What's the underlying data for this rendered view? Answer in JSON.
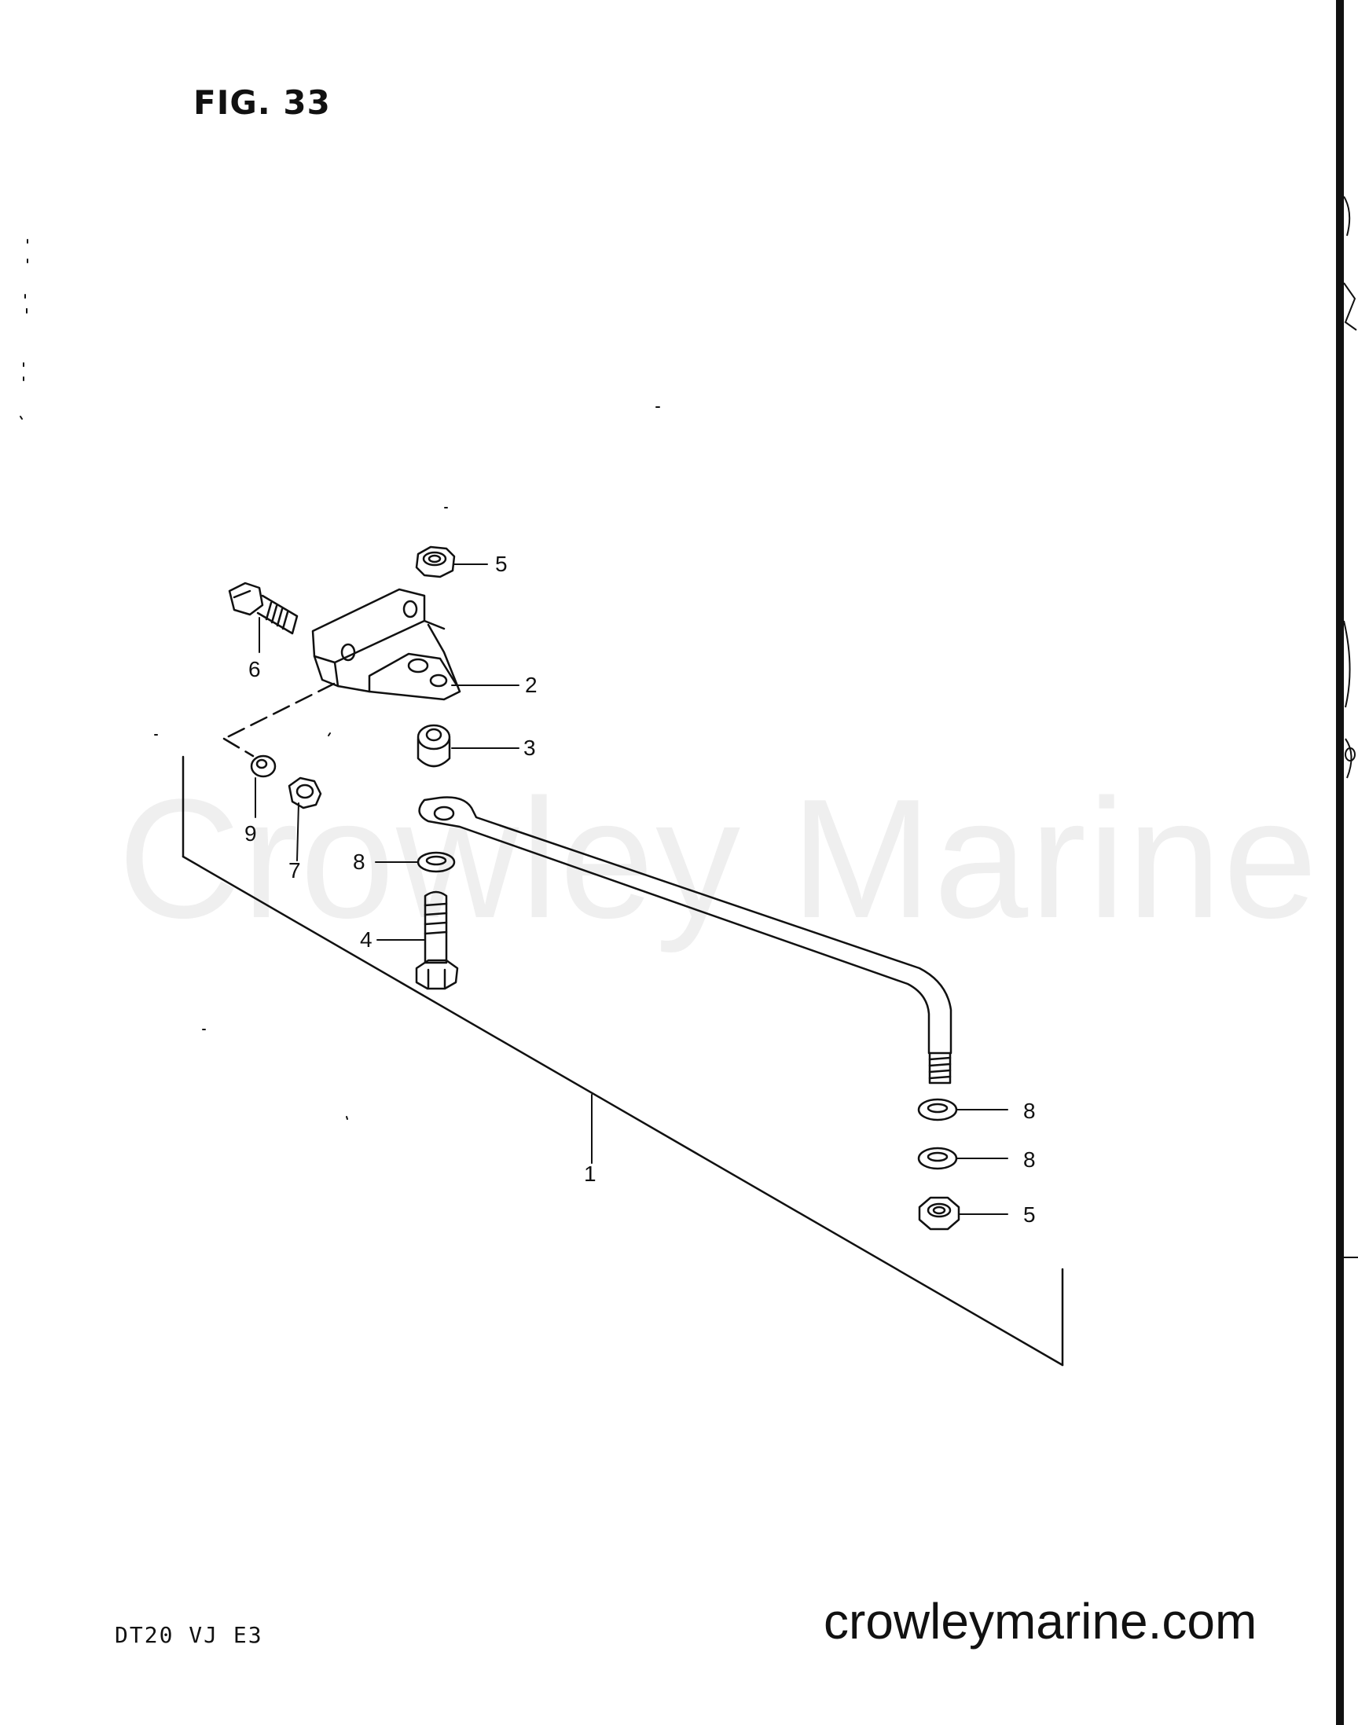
{
  "figure": {
    "title": "FIG. 33",
    "model_code": "DT20 VJ E3",
    "watermark": "Crowley Marine",
    "website": "crowleymarine.com"
  },
  "callouts": [
    {
      "id": "c1",
      "label": "1"
    },
    {
      "id": "c2",
      "label": "2"
    },
    {
      "id": "c3",
      "label": "3"
    },
    {
      "id": "c4",
      "label": "4"
    },
    {
      "id": "c5a",
      "label": "5"
    },
    {
      "id": "c5b",
      "label": "5"
    },
    {
      "id": "c6",
      "label": "6"
    },
    {
      "id": "c7",
      "label": "7"
    },
    {
      "id": "c8a",
      "label": "8"
    },
    {
      "id": "c8b",
      "label": "8"
    },
    {
      "id": "c8c",
      "label": "8"
    },
    {
      "id": "c9",
      "label": "9"
    }
  ]
}
